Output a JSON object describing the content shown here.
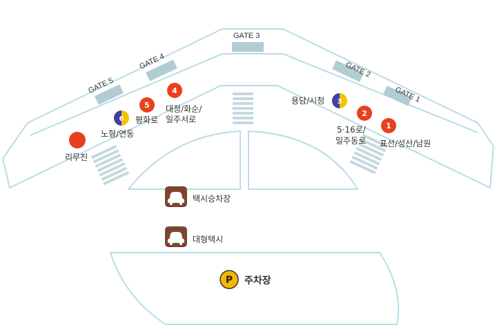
{
  "colors": {
    "building_fill": "#ffffff",
    "building_stroke": "#b7dde6",
    "gate_block": "#b2ccd3",
    "stripe": "#c4d9de",
    "stop_red": "#e8401c",
    "stop_blue": "#3f3fa6",
    "stop_yellow": "#f1c300",
    "taxi_icon_bg": "#7a4632",
    "parking_bg": "#f5b800"
  },
  "gates": [
    {
      "label": "GATE 5"
    },
    {
      "label": "GATE 4"
    },
    {
      "label": "GATE 3"
    },
    {
      "label": "GATE 2"
    },
    {
      "label": "GATE 1"
    }
  ],
  "stops": [
    {
      "number": "",
      "label": "리무진",
      "style": "red"
    },
    {
      "number": "6",
      "label": "노형/연동",
      "style": "blue-yellow"
    },
    {
      "number": "5",
      "label": "평화로",
      "style": "red"
    },
    {
      "number": "4",
      "label": "대정/화순/",
      "label2": "일주서로",
      "style": "red"
    },
    {
      "number": "3",
      "label": "용담/시청",
      "style": "blue-yellow"
    },
    {
      "number": "2",
      "label": "5·16로/",
      "label2": "일주동로",
      "style": "red"
    },
    {
      "number": "1",
      "label": "표선/성산/남원",
      "style": "red"
    }
  ],
  "facilities": {
    "taxi": {
      "icon": "car-icon",
      "label": "택시승차장"
    },
    "large_taxi": {
      "icon": "car-icon",
      "label": "대형택시"
    },
    "parking": {
      "icon": "parking-icon",
      "badge": "P",
      "label": "주차장"
    }
  }
}
